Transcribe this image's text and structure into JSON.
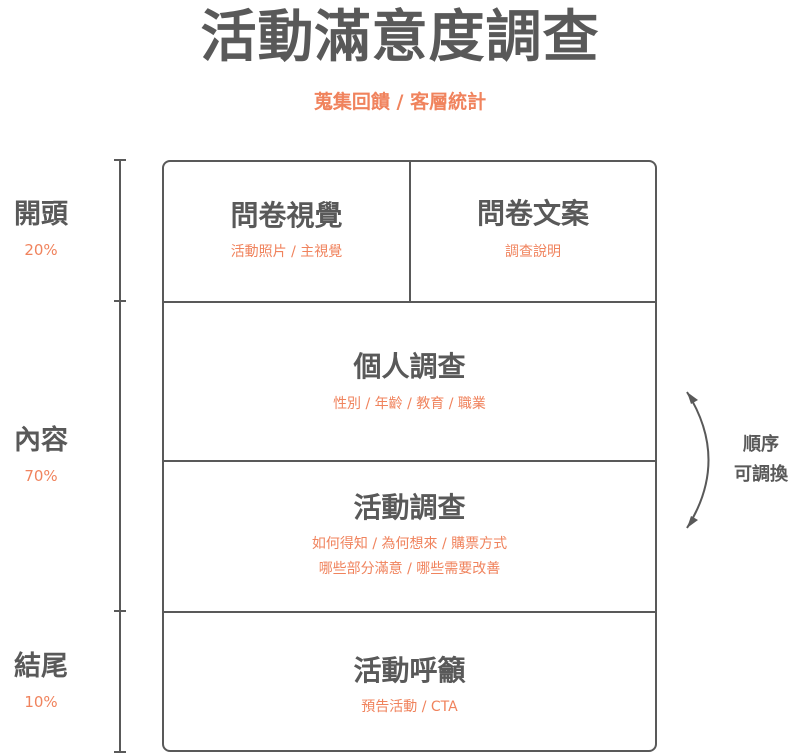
{
  "title": "活動滿意度調查",
  "subtitle": "蒐集回饋 / 客層統計",
  "sections": [
    {
      "name": "開頭",
      "pct": "20%"
    },
    {
      "name": "內容",
      "pct": "70%"
    },
    {
      "name": "結尾",
      "pct": "10%"
    }
  ],
  "blocks": {
    "visual": {
      "title": "問卷視覺",
      "desc": "活動照片 / 主視覺"
    },
    "copy": {
      "title": "問卷文案",
      "desc": "調查說明"
    },
    "personal": {
      "title": "個人調查",
      "desc": "性別 / 年齡 / 教育 / 職業"
    },
    "event": {
      "title": "活動調查",
      "desc_lines": [
        "如何得知 / 為何想來 / 購票方式",
        "哪些部分滿意 / 哪些需要改善"
      ]
    },
    "cta": {
      "title": "活動呼籲",
      "desc": "預告活動 / CTA"
    }
  },
  "swap_note": {
    "line1": "順序",
    "line2": "可調換"
  },
  "colors": {
    "text": "#595959",
    "accent": "#f0835d",
    "line": "#595959"
  }
}
